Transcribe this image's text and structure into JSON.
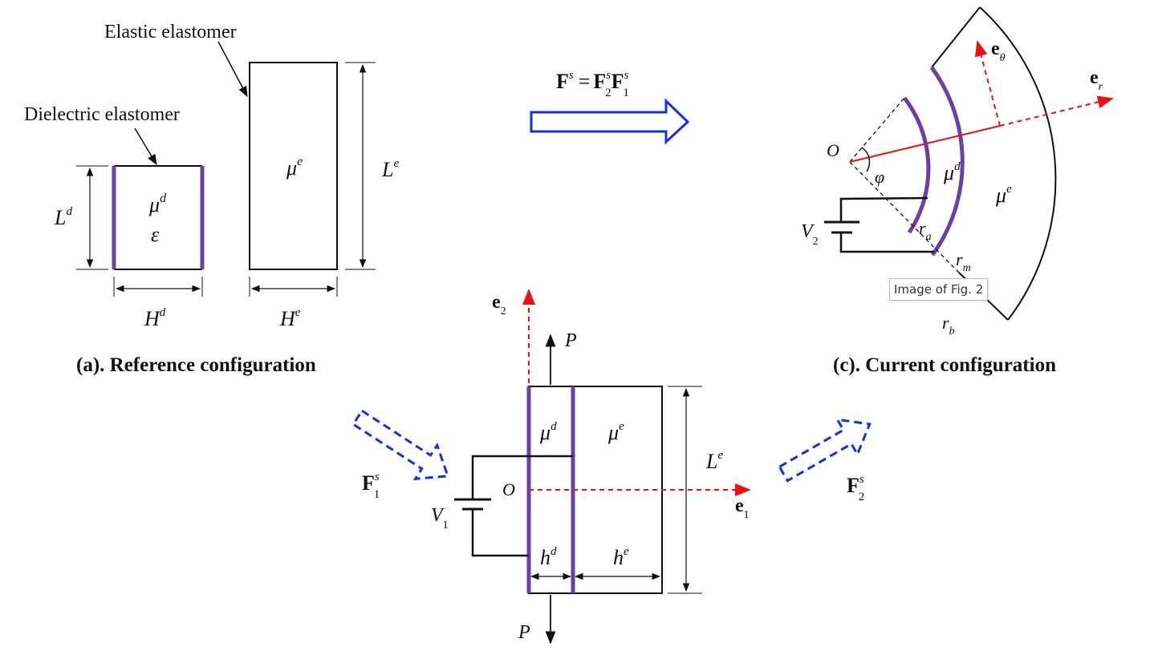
{
  "labels": {
    "elastic_elastomer": "Elastic elastomer",
    "dielectric_elastomer": "Dielectric elastomer",
    "formula_F": "F",
    "formula_eq": "=",
    "formula_F2": "F",
    "formula_F1": "F",
    "sup_s": "s",
    "sub_1": "1",
    "sub_2": "2",
    "mu": "μ",
    "sup_d": "d",
    "sup_e": "e",
    "epsilon": "ε",
    "L": "L",
    "H": "H",
    "h": "h",
    "P": "P",
    "O": "O",
    "V": "V",
    "e": "e",
    "sub_theta": "θ",
    "sub_r": "r",
    "phi": "φ",
    "r": "r",
    "sub_a": "a",
    "sub_m": "m",
    "sub_b": "b"
  },
  "captions": {
    "a": "(a). Reference configuration",
    "c": "(c). Current configuration"
  },
  "tooltip": "Image of Fig. 2",
  "colors": {
    "electrode": "#6a3fa8",
    "axis_red": "#ee1111",
    "arrow_blue": "#1530e0",
    "line": "#111111"
  }
}
